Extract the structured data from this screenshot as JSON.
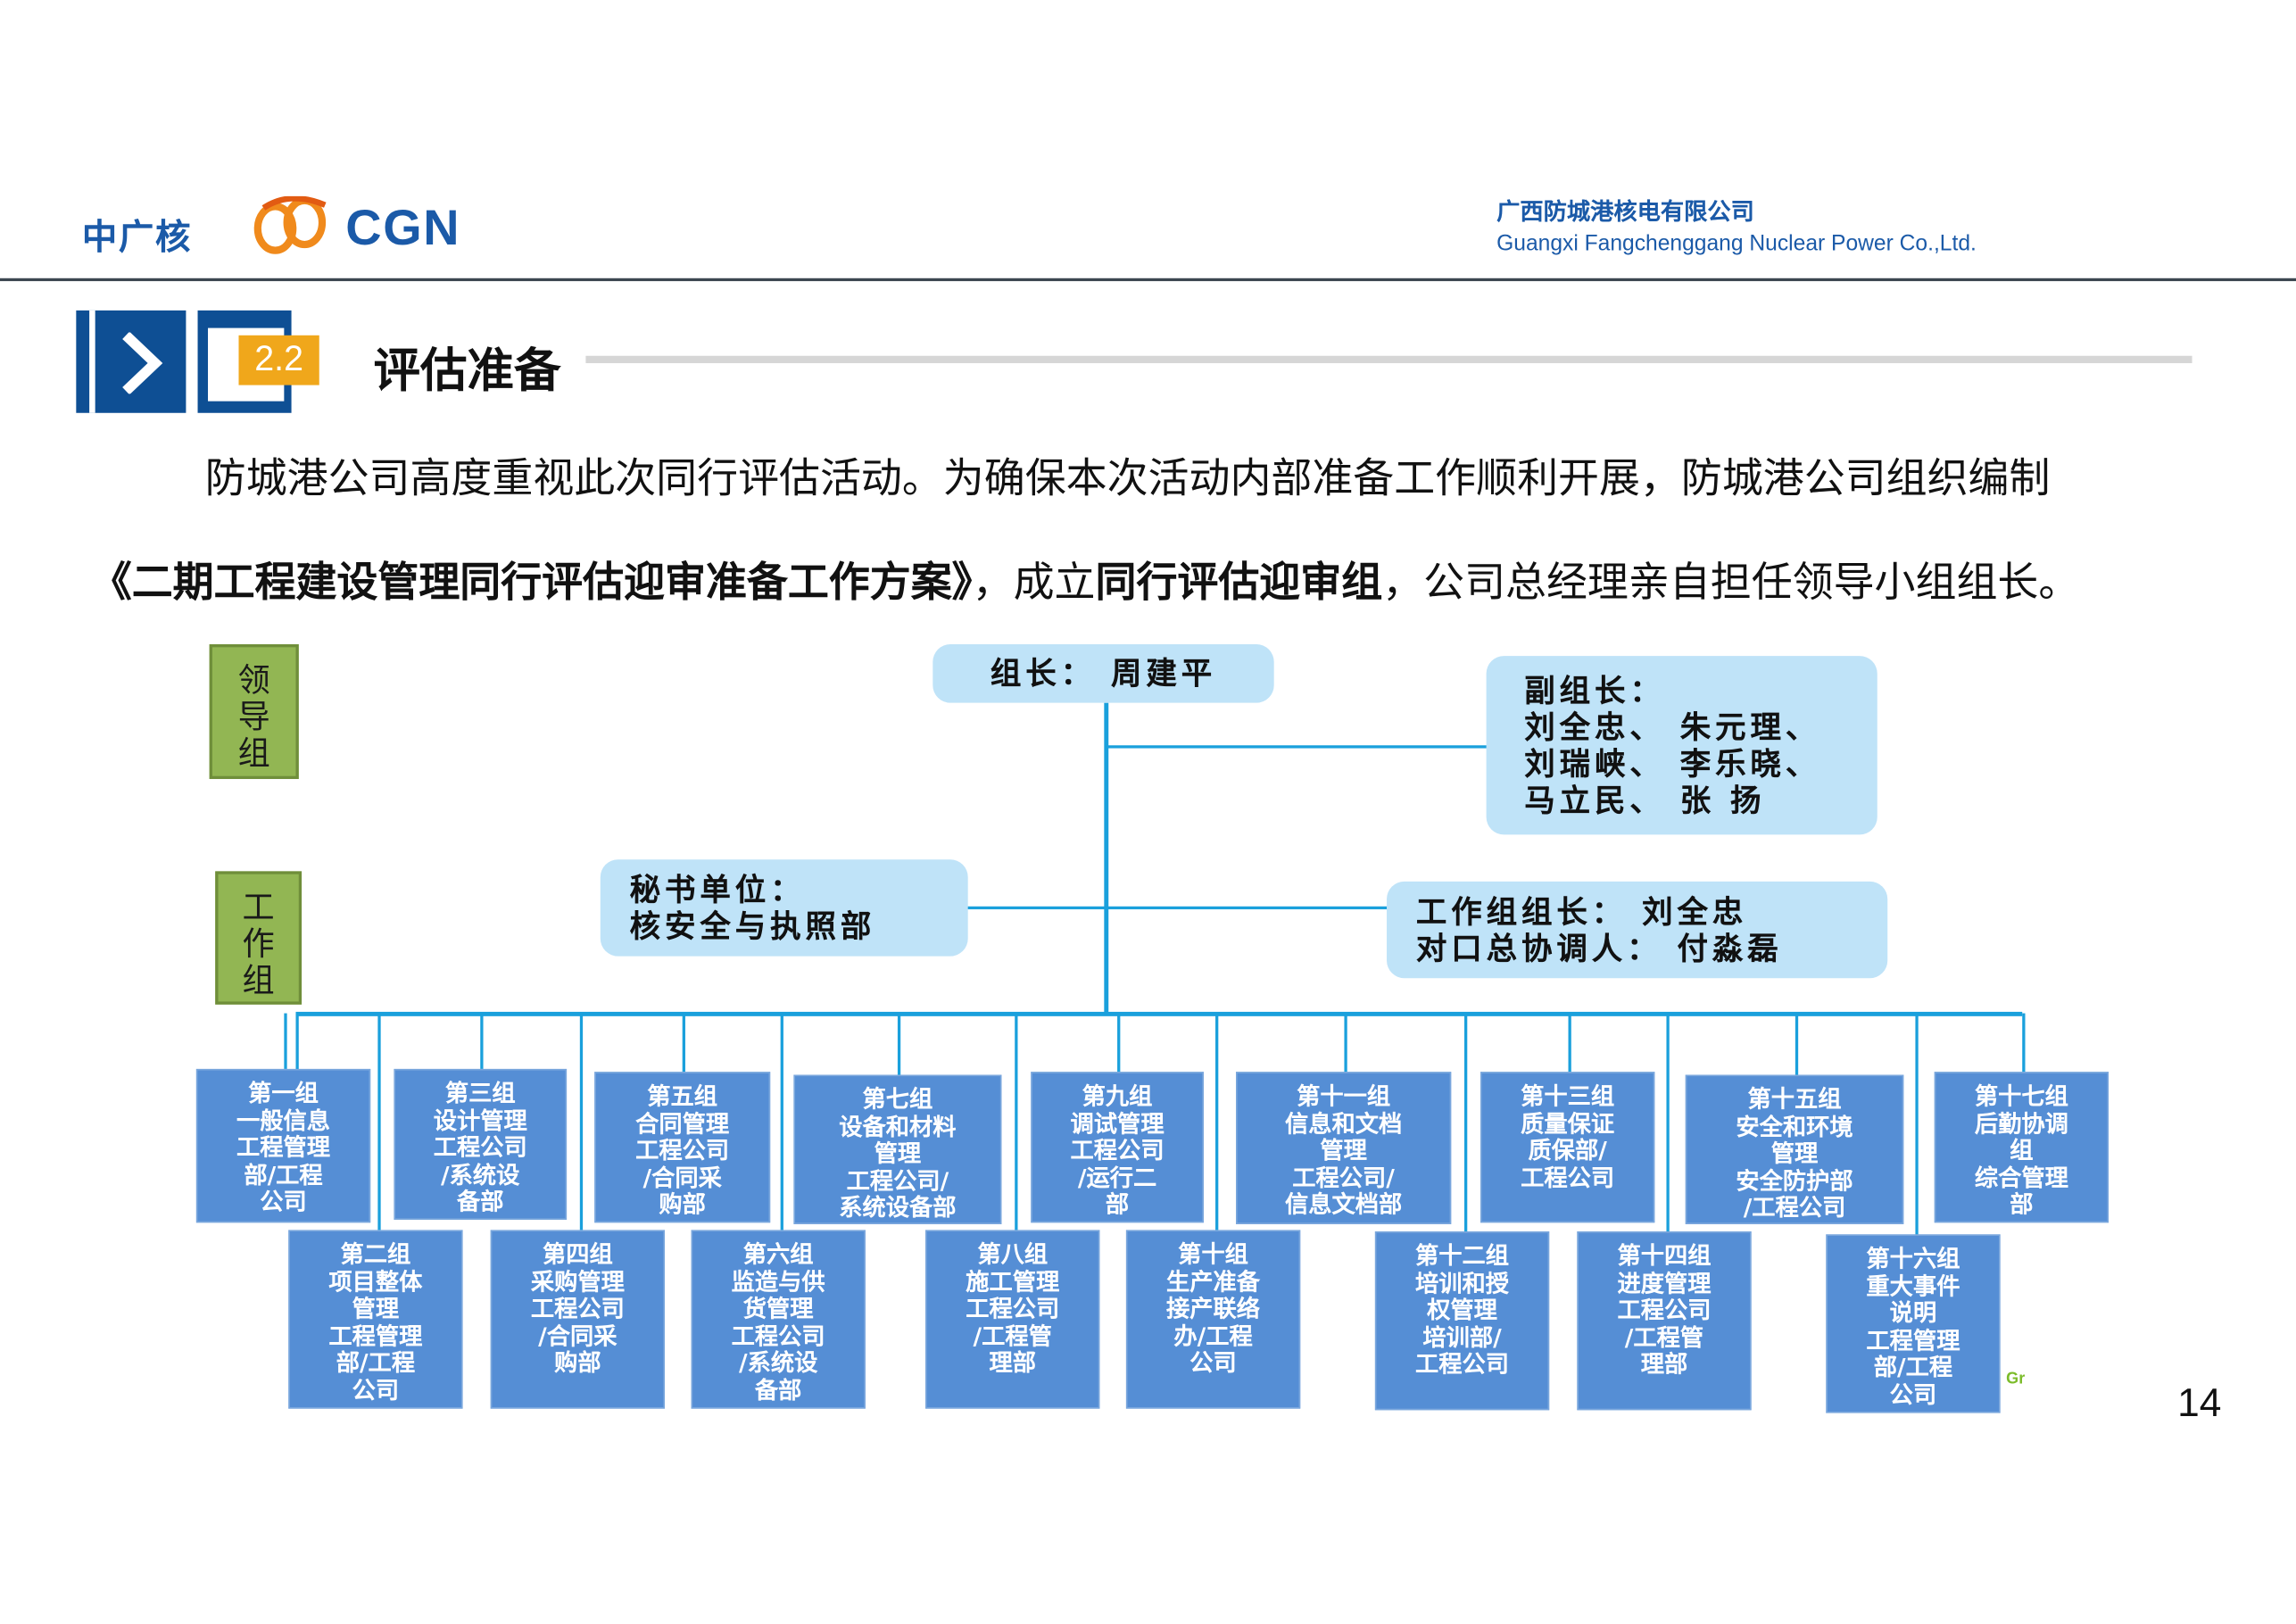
{
  "header": {
    "logo_cn": "中广核",
    "logo_en": "CGN",
    "company_cn": "广西防城港核电有限公司",
    "company_en": "Guangxi Fangchenggang Nuclear Power Co.,Ltd."
  },
  "section": {
    "number": "2.2",
    "title": "评估准备"
  },
  "paragraph": {
    "line1": "防城港公司高度重视此次同行评估活动。为确保本次活动内部准备工作顺利开展，防城港公司组织编制",
    "line2_bold1": "《二期工程建设管理同行评估迎审准备工作方案》",
    "line2_mid": "，成立",
    "line2_bold2": "同行评估迎审组",
    "line2_end": "，公司总经理亲自担任领导小组组长。"
  },
  "org": {
    "lead_group_tag": "领\n导\n组",
    "work_group_tag": "工\n作\n组",
    "leader": "组长： 周建平",
    "deputy": [
      "副组长：",
      "刘全忠、 朱元理、",
      "刘瑞峡、 李乐晓、",
      "马立民、 张    扬"
    ],
    "secretary": [
      "秘书单位：",
      "核安全与执照部"
    ],
    "work_lead": [
      "工作组组长： 刘全忠",
      "对口总协调人： 付淼磊"
    ],
    "groups_top": [
      "第一组\n一般信息\n工程管理\n部/工程\n公司",
      "第三组\n设计管理\n工程公司\n/系统设\n备部",
      "第五组\n合同管理\n工程公司\n/合同采\n购部",
      "第七组\n设备和材料\n管理\n工程公司/\n系统设备部",
      "第九组\n调试管理\n工程公司\n/运行二\n部",
      "第十一组\n信息和文档\n管理\n工程公司/\n信息文档部",
      "第十三组\n质量保证\n质保部/\n工程公司",
      "第十五组\n安全和环境\n管理\n安全防护部\n/工程公司",
      "第十七组\n后勤协调\n组\n综合管理\n部"
    ],
    "groups_bottom": [
      "第二组\n项目整体\n管理\n工程管理\n部/工程\n公司",
      "第四组\n采购管理\n工程公司\n/合同采\n购部",
      "第六组\n监造与供\n货管理\n工程公司\n/系统设\n备部",
      "第八组\n施工管理\n工程公司\n/工程管\n理部",
      "第十组\n生产准备\n接产联络\n办/工程\n公司",
      "第十二组\n培训和授\n权管理\n培训部/\n工程公司",
      "第十四组\n进度管理\n工程公司\n/工程管\n理部",
      "第十六组\n重大事件\n说明\n工程管理\n部/工程\n公司"
    ]
  },
  "footer": {
    "page_number": "14",
    "fragment": "Gr"
  }
}
